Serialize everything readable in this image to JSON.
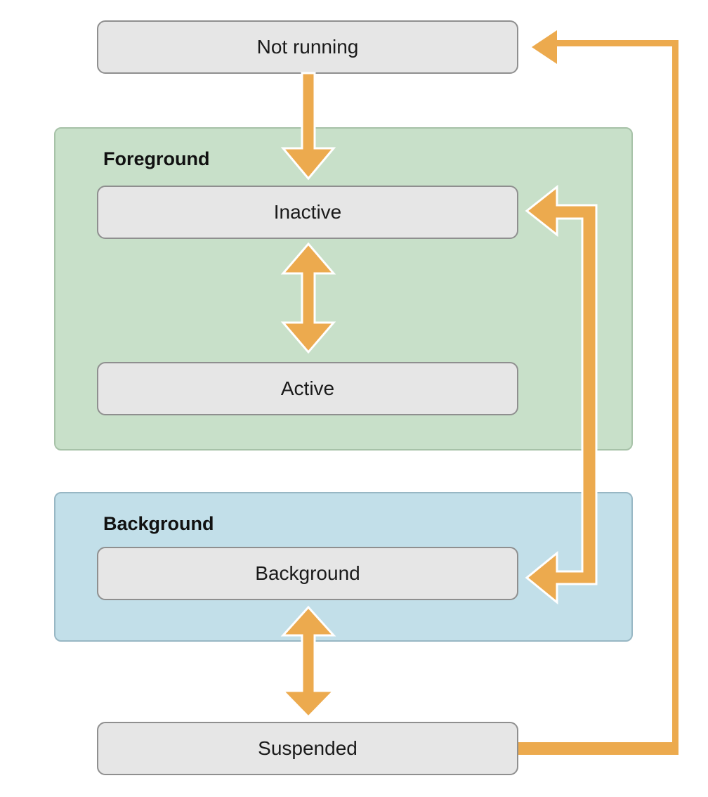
{
  "colors": {
    "foreground_fill": "#c8e0c9",
    "background_fill": "#c2dfe9",
    "state_fill": "#e6e6e6",
    "arrow": "#ecaa4e",
    "arrow_outline": "#ffffff"
  },
  "groups": {
    "foreground": {
      "title": "Foreground"
    },
    "background": {
      "title": "Background"
    }
  },
  "states": {
    "not_running": "Not running",
    "inactive": "Inactive",
    "active": "Active",
    "background": "Background",
    "suspended": "Suspended"
  }
}
